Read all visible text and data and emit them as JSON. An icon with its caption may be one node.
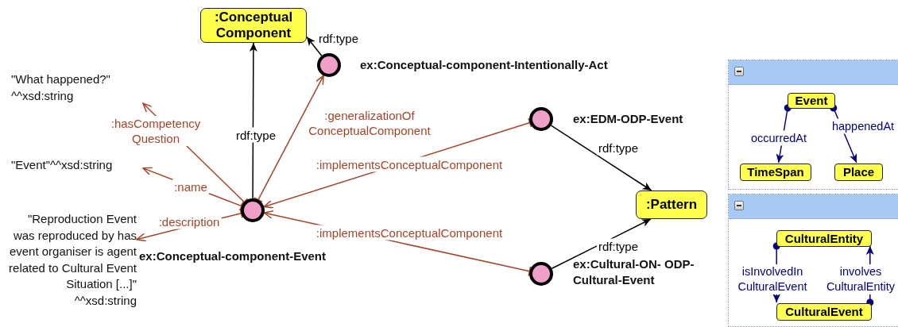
{
  "diagram": {
    "nodes": [
      {
        "text": [
          ":Conceptual Component"
        ]
      },
      {
        "text": [],
        "shape": "circle",
        "beside": [
          "ex:Conceptual-component-Intentionally-Act"
        ]
      },
      {
        "text": [
          "\"What happened?\" ^^xsd:string"
        ]
      },
      {
        "text": [
          "\"Event\"^^xsd:string"
        ]
      },
      {
        "text": [],
        "shape": "circle"
      },
      {
        "text": [
          "\"Reproduction Event was reproduced by has event organiser is agent related to Cultural Event Situation [...]\" ^^xsd:string"
        ]
      },
      {
        "text": [],
        "shape": "circle",
        "beside": [
          "ex:EDM-ODP-Event"
        ]
      },
      {
        "text": [
          ":Pattern"
        ]
      },
      {
        "text": [],
        "shape": "circle",
        "beside": [
          "ex:Cultural-ON- ODP-Cultural-Event"
        ]
      },
      {
        "text": [],
        "shape": "box"
      },
      {
        "text": [
          "Event"
        ],
        "in": 9
      },
      {
        "text": [
          "TimeSpan"
        ],
        "in": 9
      },
      {
        "text": [
          "Place"
        ],
        "in": 9
      },
      {
        "text": [],
        "shape": "box"
      },
      {
        "text": [
          "CulturalEntity"
        ],
        "in": 13
      },
      {
        "text": [
          "CulturalEvent"
        ],
        "in": 13
      }
    ],
    "edges": [
      {
        "from": 4,
        "to": 0,
        "arrow": "to",
        "label": "rdf:type",
        "color": "#000000"
      },
      {
        "from": 1,
        "to": 0,
        "arrow": "to",
        "label": "rdf:type",
        "color": "#000000"
      },
      {
        "from": 4,
        "to": 2,
        "arrow": "to",
        "label": ":hasCompetency Question"
      },
      {
        "from": 4,
        "to": 1,
        "arrow": "to",
        "label": ":generalizationOf ConceptualComponent"
      },
      {
        "from": 4,
        "to": 3,
        "arrow": "to",
        "label": ":name"
      },
      {
        "from": 4,
        "to": 5,
        "arrow": "to",
        "label": ":description"
      },
      {
        "from": 6,
        "to": 4,
        "arrow": "to",
        "label": ":implementsConceptualComponent"
      },
      {
        "from": 8,
        "to": 4,
        "arrow": "to",
        "label": ":implementsConceptualComponent"
      },
      {
        "from": 6,
        "to": 7,
        "arrow": "to",
        "label": "rdf:type",
        "color": "#000000"
      },
      {
        "from": 8,
        "to": 7,
        "arrow": "to",
        "label": "rdf:type",
        "color": "#000000"
      },
      {
        "from": 10,
        "to": 11,
        "arrow": "to",
        "label": "occurredAt",
        "color": "#00007f"
      },
      {
        "from": 10,
        "to": 12,
        "arrow": "to",
        "label": "happenedAt",
        "color": "#00007f"
      },
      {
        "from": 14,
        "to": 15,
        "arrow": "to",
        "label": "isInvolvedIn CulturalEvent",
        "color": "#00007f"
      },
      {
        "from": 15,
        "to": 14,
        "arrow": "to",
        "label": "involves CulturalEntity",
        "color": "#00007f"
      }
    ],
    "labels": [
      "ex:Conceptual-component-Event"
    ]
  }
}
